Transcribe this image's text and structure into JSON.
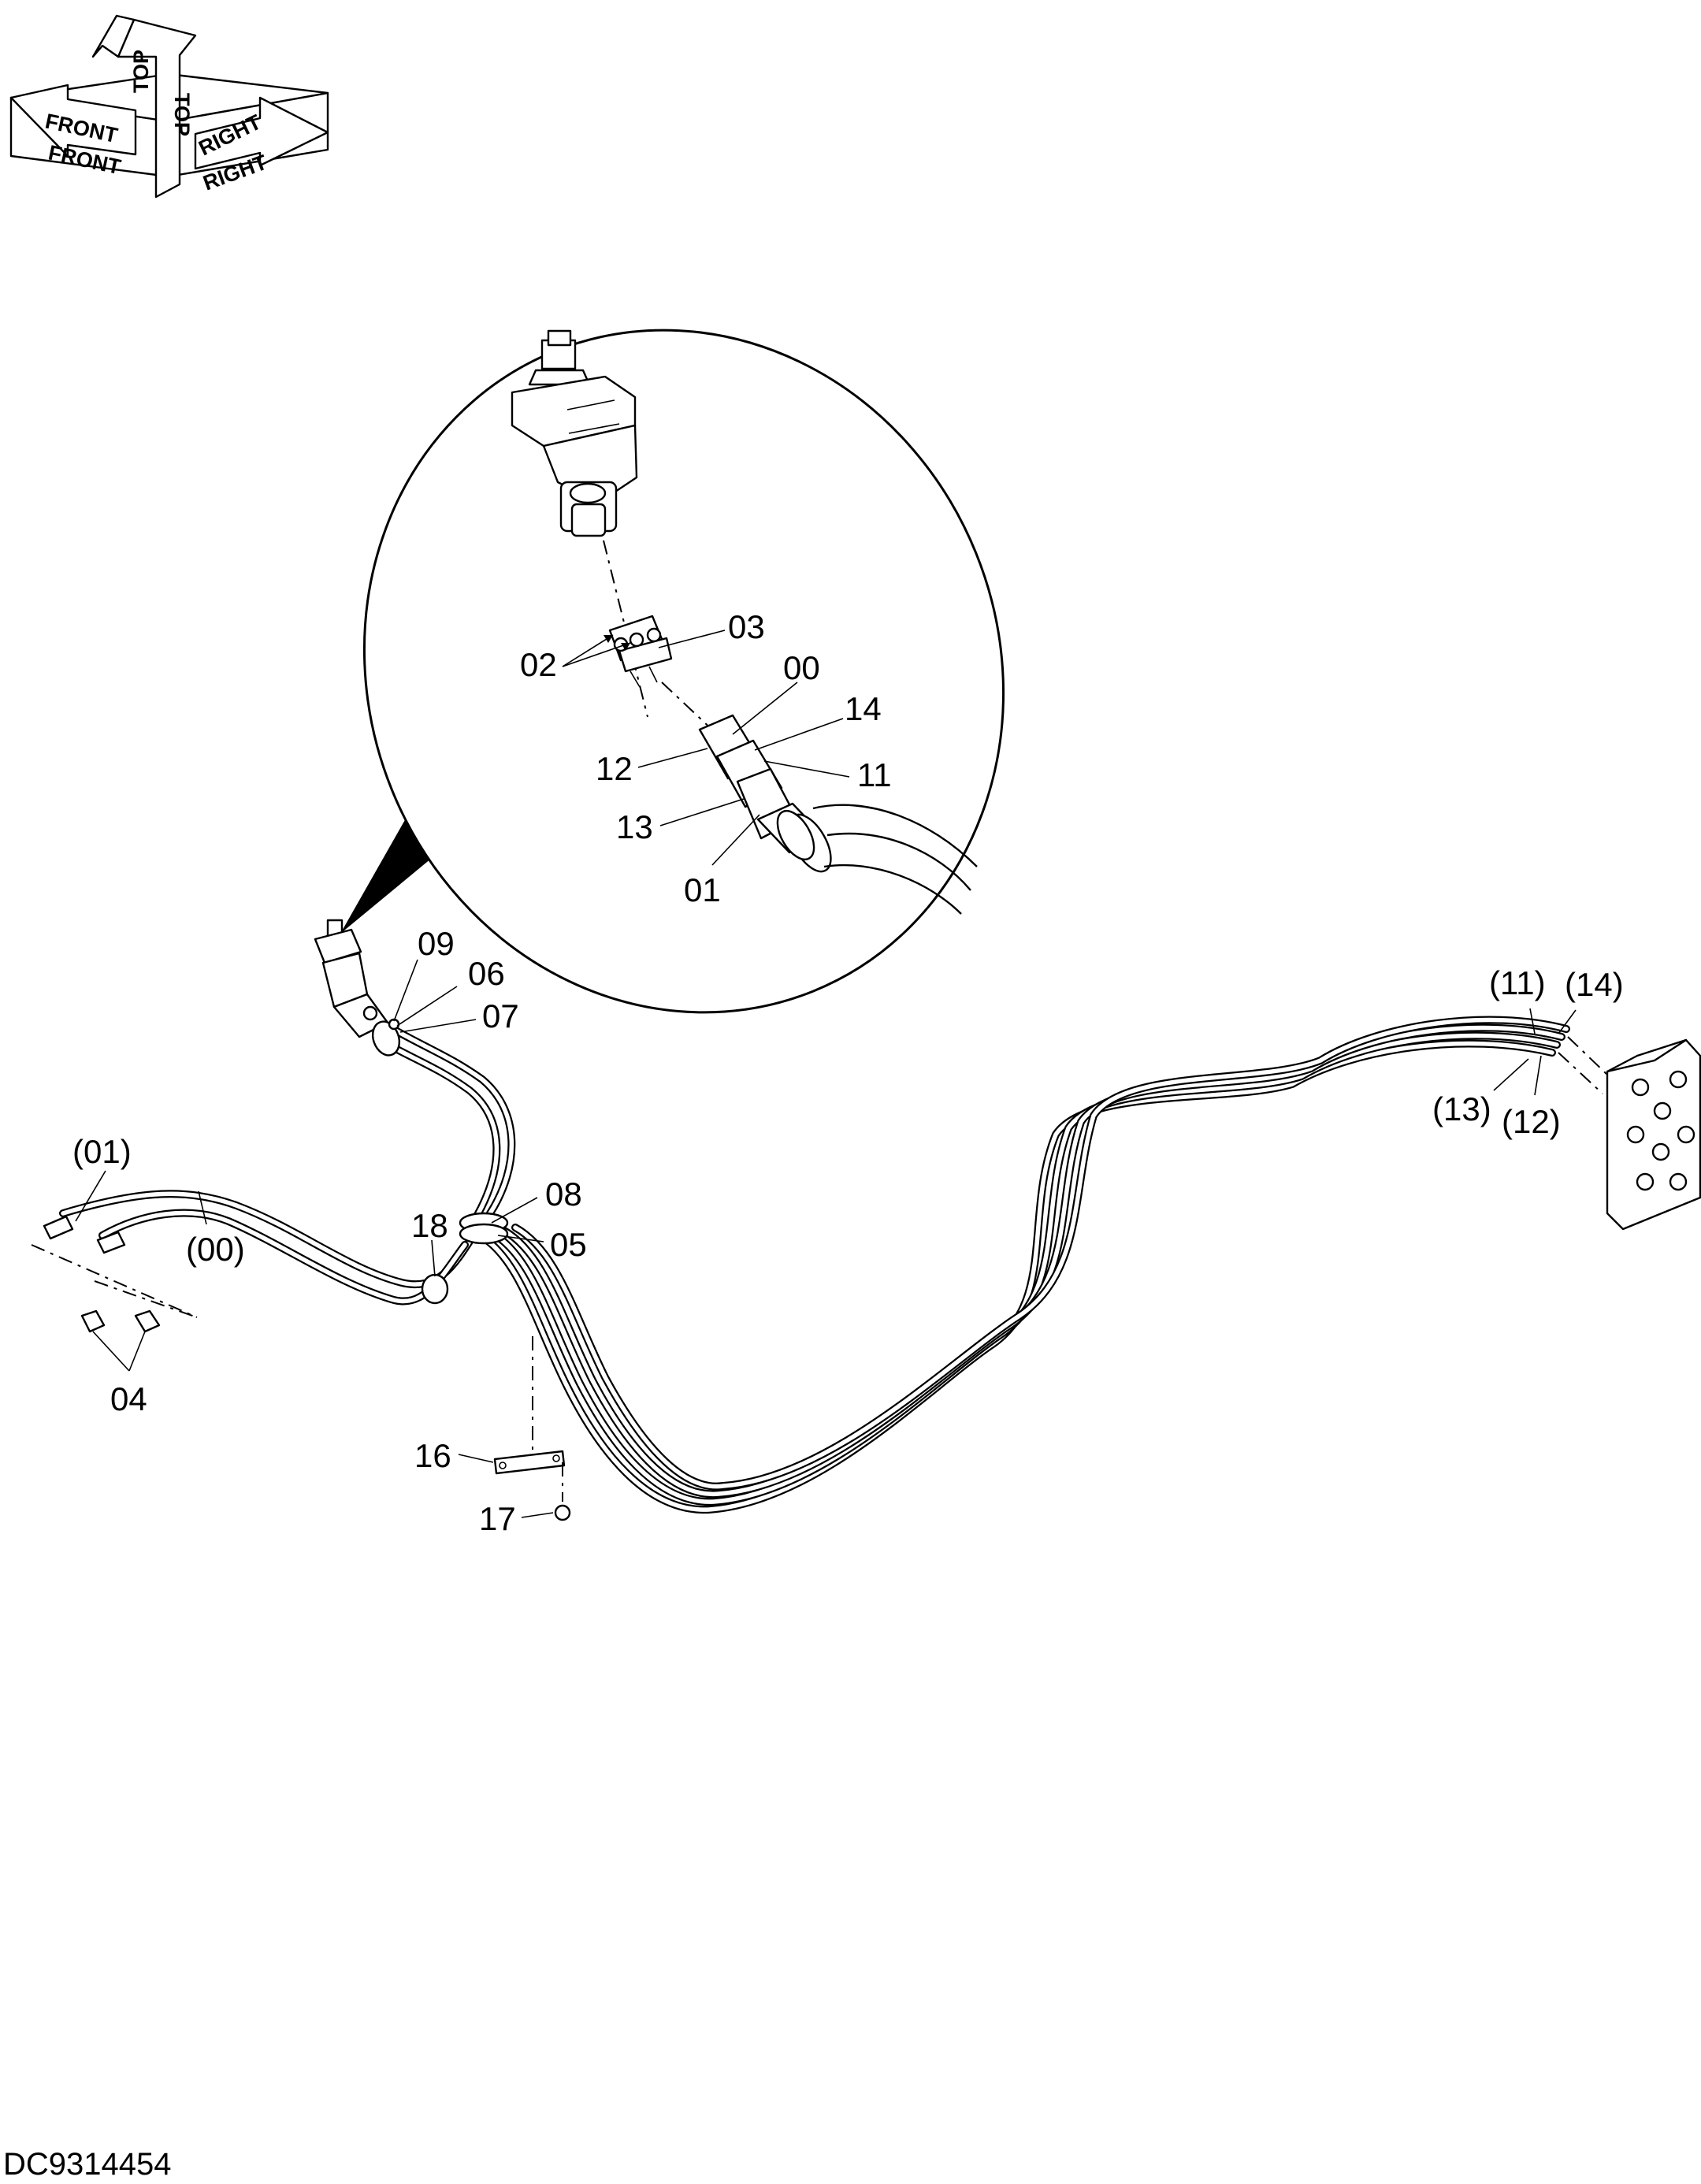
{
  "orientation": {
    "top_labels": [
      "TOP",
      "TOP"
    ],
    "front_labels": [
      "FRONT",
      "FRONT"
    ],
    "right_labels": [
      "RIGHT",
      "RIGHT"
    ]
  },
  "callouts": {
    "c02": "02",
    "c03": "03",
    "c00": "00",
    "c14": "14",
    "c12": "12",
    "c11": "11",
    "c13": "13",
    "c01": "01",
    "c09": "09",
    "c06": "06",
    "c07": "07",
    "c08": "08",
    "c05": "05",
    "c18": "18",
    "c01p": "(01)",
    "c00p": "(00)",
    "c04": "04",
    "c16": "16",
    "c17": "17",
    "c11p": "(11)",
    "c14p": "(14)",
    "c13p": "(13)",
    "c12p": "(12)"
  },
  "drawing_number": "DC9314454"
}
